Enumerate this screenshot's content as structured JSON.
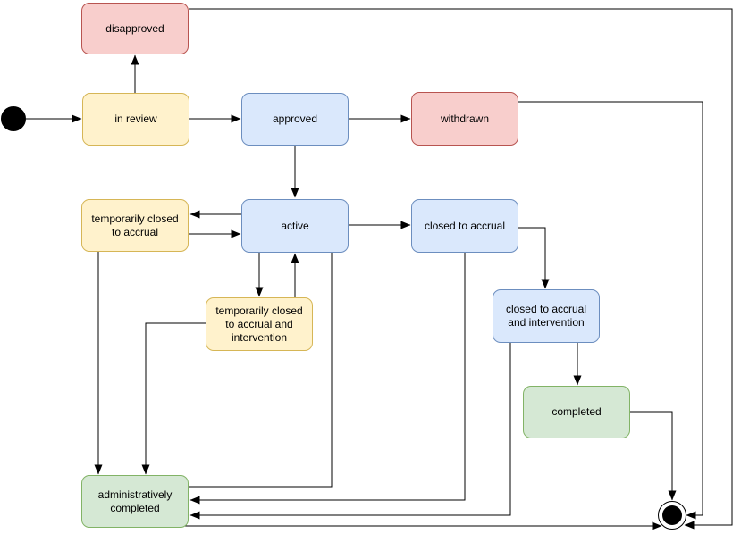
{
  "diagram": {
    "kind": "state-machine",
    "palette": {
      "yellow_fill": "#fff2cc",
      "yellow_stroke": "#d6b656",
      "blue_fill": "#dae8fc",
      "blue_stroke": "#6c8ebf",
      "red_fill": "#f8cecc",
      "red_stroke": "#b85450",
      "green_fill": "#d5e8d4",
      "green_stroke": "#82b366",
      "edge_color": "#000000",
      "background": "#ffffff"
    },
    "markers": {
      "initial": "initial-state",
      "final": "final-state"
    }
  },
  "states": [
    {
      "id": "in-review",
      "label": "in review",
      "color": "yellow"
    },
    {
      "id": "disapproved",
      "label": "disapproved",
      "color": "red"
    },
    {
      "id": "approved",
      "label": "approved",
      "color": "blue"
    },
    {
      "id": "withdrawn",
      "label": "withdrawn",
      "color": "red"
    },
    {
      "id": "active",
      "label": "active",
      "color": "blue"
    },
    {
      "id": "temporarily-closed-to-accrual",
      "label": "temporarily closed to accrual",
      "color": "yellow"
    },
    {
      "id": "temporarily-closed-to-accrual-and-intervention",
      "label": "temporarily closed to accrual and intervention",
      "color": "yellow"
    },
    {
      "id": "closed-to-accrual",
      "label": "closed to accrual",
      "color": "blue"
    },
    {
      "id": "closed-to-accrual-and-intervention",
      "label": "closed to accrual and intervention",
      "color": "blue"
    },
    {
      "id": "completed",
      "label": "completed",
      "color": "green"
    },
    {
      "id": "administratively-completed",
      "label": "administratively completed",
      "color": "green"
    }
  ],
  "transitions": [
    {
      "from": "initial",
      "to": "in review"
    },
    {
      "from": "in review",
      "to": "disapproved"
    },
    {
      "from": "in review",
      "to": "approved"
    },
    {
      "from": "approved",
      "to": "withdrawn"
    },
    {
      "from": "approved",
      "to": "active"
    },
    {
      "from": "active",
      "to": "temporarily closed to accrual"
    },
    {
      "from": "temporarily closed to accrual",
      "to": "active"
    },
    {
      "from": "active",
      "to": "closed to accrual"
    },
    {
      "from": "active",
      "to": "temporarily closed to accrual and intervention"
    },
    {
      "from": "temporarily closed to accrual and intervention",
      "to": "active"
    },
    {
      "from": "active",
      "to": "administratively completed"
    },
    {
      "from": "temporarily closed to accrual",
      "to": "administratively completed"
    },
    {
      "from": "temporarily closed to accrual and intervention",
      "to": "administratively completed"
    },
    {
      "from": "closed to accrual",
      "to": "closed to accrual and intervention"
    },
    {
      "from": "closed to accrual",
      "to": "administratively completed"
    },
    {
      "from": "closed to accrual and intervention",
      "to": "completed"
    },
    {
      "from": "closed to accrual and intervention",
      "to": "administratively completed"
    },
    {
      "from": "completed",
      "to": "final"
    },
    {
      "from": "administratively completed",
      "to": "final"
    },
    {
      "from": "withdrawn",
      "to": "final"
    },
    {
      "from": "disapproved",
      "to": "final"
    }
  ]
}
